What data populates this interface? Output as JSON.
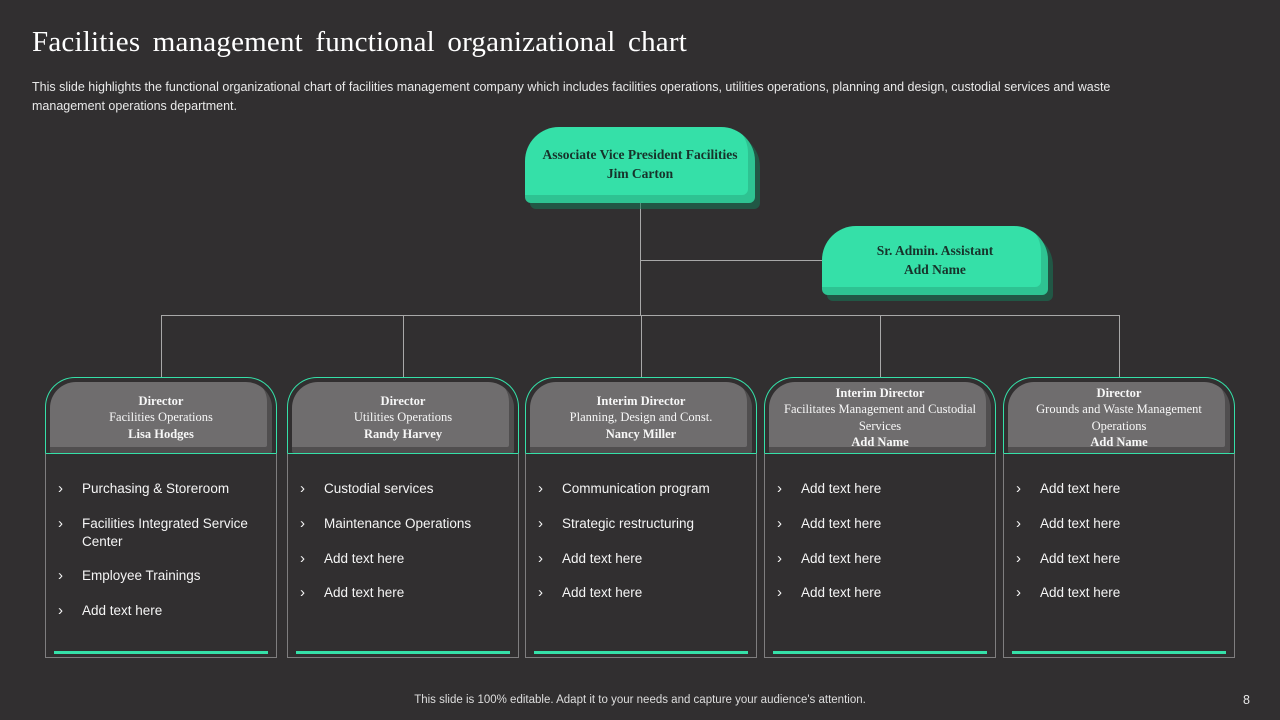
{
  "slide": {
    "title": "Facilities management functional organizational chart",
    "description": "This slide highlights the functional organizational chart of facilities management company which includes facilities operations, utilities operations, planning and design, custodial services and waste management operations department.",
    "footer": "This slide is 100% editable.  Adapt it to your needs and capture your audience's attention.",
    "page_number": "8"
  },
  "icons": {
    "bullet": "›"
  },
  "colors": {
    "background": "#312f30",
    "accent_teal": "#35e0a8",
    "box_gray": "#6f6d6e",
    "connector_gray": "#a8a8a8"
  },
  "org": {
    "root": {
      "title": "Associate Vice President Facilities",
      "name": "Jim Carton"
    },
    "assistant": {
      "title": "Sr. Admin. Assistant",
      "name": "Add Name"
    },
    "columns": [
      {
        "role": "Director",
        "dept": "Facilities Operations",
        "person": "Lisa Hodges",
        "items": [
          "Purchasing & Storeroom",
          "Facilities Integrated Service Center",
          "Employee Trainings",
          "Add text here"
        ]
      },
      {
        "role": "Director",
        "dept": "Utilities Operations",
        "person": "Randy Harvey",
        "items": [
          "Custodial services",
          "Maintenance Operations",
          "Add text here",
          "Add text here"
        ]
      },
      {
        "role": "Interim Director",
        "dept": "Planning, Design and Const.",
        "person": "Nancy Miller",
        "items": [
          "Communication program",
          "Strategic restructuring",
          "Add text here",
          "Add text here"
        ]
      },
      {
        "role": "Interim Director",
        "dept": "Facilitates Management and Custodial Services",
        "person": "Add Name",
        "items": [
          "Add text here",
          "Add text here",
          "Add text here",
          "Add text here"
        ]
      },
      {
        "role": "Director",
        "dept": "Grounds and Waste Management Operations",
        "person": "Add Name",
        "items": [
          "Add text here",
          "Add text here",
          "Add text here",
          "Add text here"
        ]
      }
    ]
  }
}
